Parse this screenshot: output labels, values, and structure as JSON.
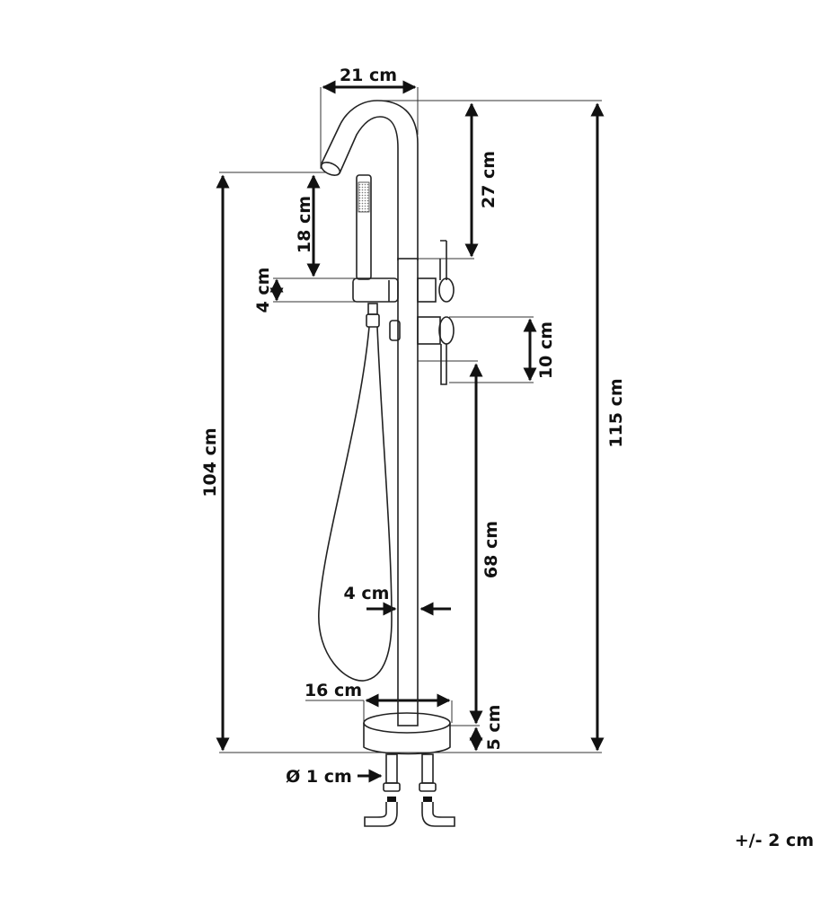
{
  "dimensions": {
    "spout_reach": "21 cm",
    "spout_height_above_controls": "27 cm",
    "spout_to_holder": "18 cm",
    "holder_height": "4 cm",
    "lever_spacing": "10 cm",
    "total_height": "115 cm",
    "spout_outlet_height": "104 cm",
    "column_height": "68 cm",
    "column_diameter": "4 cm",
    "base_diameter": "16 cm",
    "base_height": "5 cm",
    "inlet_diameter": "Ø 1 cm"
  },
  "tolerance": "+/- 2 cm"
}
